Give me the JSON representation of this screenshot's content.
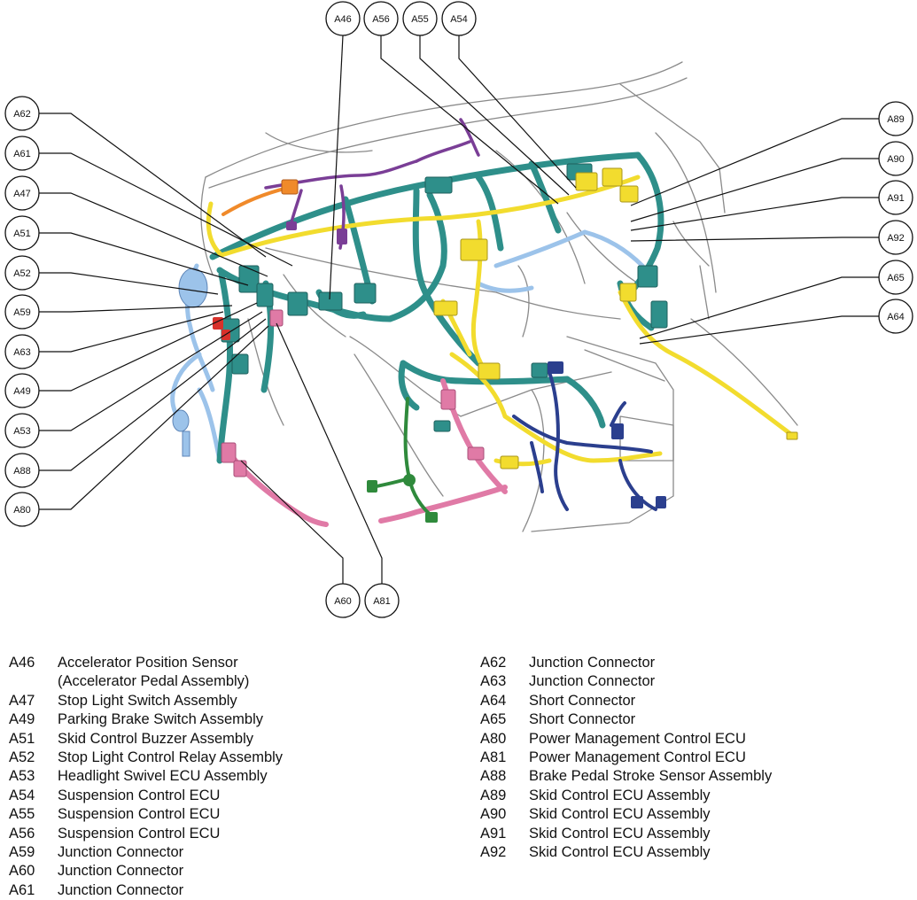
{
  "callouts": [
    {
      "id": "A46",
      "label": "A46"
    },
    {
      "id": "A56",
      "label": "A56"
    },
    {
      "id": "A55",
      "label": "A55"
    },
    {
      "id": "A54",
      "label": "A54"
    },
    {
      "id": "A62",
      "label": "A62"
    },
    {
      "id": "A61",
      "label": "A61"
    },
    {
      "id": "A47",
      "label": "A47"
    },
    {
      "id": "A51",
      "label": "A51"
    },
    {
      "id": "A52",
      "label": "A52"
    },
    {
      "id": "A59",
      "label": "A59"
    },
    {
      "id": "A63",
      "label": "A63"
    },
    {
      "id": "A49",
      "label": "A49"
    },
    {
      "id": "A53",
      "label": "A53"
    },
    {
      "id": "A88",
      "label": "A88"
    },
    {
      "id": "A80",
      "label": "A80"
    },
    {
      "id": "A60",
      "label": "A60"
    },
    {
      "id": "A81",
      "label": "A81"
    },
    {
      "id": "A89",
      "label": "A89"
    },
    {
      "id": "A90",
      "label": "A90"
    },
    {
      "id": "A91",
      "label": "A91"
    },
    {
      "id": "A92",
      "label": "A92"
    },
    {
      "id": "A65",
      "label": "A65"
    },
    {
      "id": "A64",
      "label": "A64"
    }
  ],
  "legend": {
    "left": [
      {
        "code": "A46",
        "desc": "Accelerator Position Sensor"
      },
      {
        "code": "",
        "desc": "(Accelerator Pedal Assembly)"
      },
      {
        "code": "A47",
        "desc": "Stop Light Switch Assembly"
      },
      {
        "code": "A49",
        "desc": "Parking Brake Switch Assembly"
      },
      {
        "code": "A51",
        "desc": "Skid Control Buzzer Assembly"
      },
      {
        "code": "A52",
        "desc": "Stop Light Control Relay Assembly"
      },
      {
        "code": "A53",
        "desc": "Headlight Swivel ECU Assembly"
      },
      {
        "code": "A54",
        "desc": "Suspension Control ECU"
      },
      {
        "code": "A55",
        "desc": "Suspension Control ECU"
      },
      {
        "code": "A56",
        "desc": "Suspension Control ECU"
      },
      {
        "code": "A59",
        "desc": "Junction Connector"
      },
      {
        "code": "A60",
        "desc": "Junction Connector"
      },
      {
        "code": "A61",
        "desc": "Junction Connector"
      }
    ],
    "right": [
      {
        "code": "A62",
        "desc": "Junction Connector"
      },
      {
        "code": "A63",
        "desc": "Junction Connector"
      },
      {
        "code": "A64",
        "desc": "Short Connector"
      },
      {
        "code": "A65",
        "desc": "Short Connector"
      },
      {
        "code": "A80",
        "desc": "Power Management Control ECU"
      },
      {
        "code": "A81",
        "desc": "Power Management Control ECU"
      },
      {
        "code": "A88",
        "desc": "Brake Pedal Stroke Sensor Assembly"
      },
      {
        "code": "A89",
        "desc": "Skid Control ECU Assembly"
      },
      {
        "code": "A90",
        "desc": "Skid Control ECU Assembly"
      },
      {
        "code": "A91",
        "desc": "Skid Control ECU Assembly"
      },
      {
        "code": "A92",
        "desc": "Skid Control ECU Assembly"
      }
    ]
  },
  "colors": {
    "harness_teal": "#2e8f8a",
    "harness_yellow": "#f2dc2e",
    "harness_navy": "#2b3f8e",
    "harness_pink": "#e07aa6",
    "harness_green": "#2f8a3c",
    "harness_purple": "#7a3e96",
    "harness_lightblue": "#9cc3ea",
    "harness_orange": "#f08a2a",
    "harness_red": "#d8312b",
    "outline_gray": "#8a8a8a"
  }
}
